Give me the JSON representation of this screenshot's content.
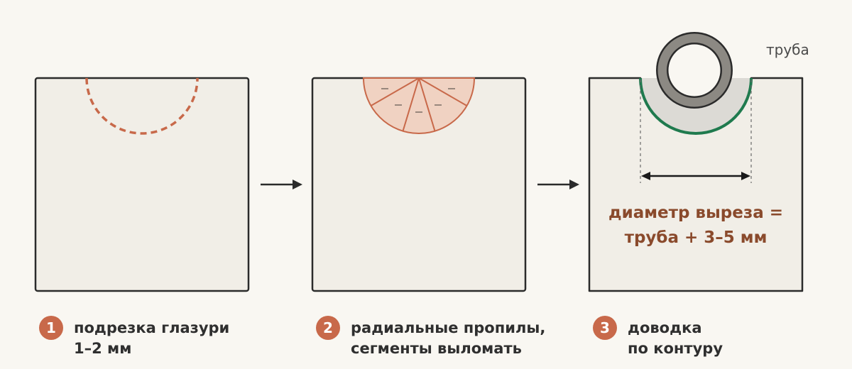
{
  "steps": [
    {
      "number": "1",
      "caption_line1": "подрезка глазури",
      "caption_line2": "1–2 мм"
    },
    {
      "number": "2",
      "caption_line1": "радиальные пропилы,",
      "caption_line2": "сегменты выломать"
    },
    {
      "number": "3",
      "caption_line1": "доводка",
      "caption_line2": "по контуру"
    }
  ],
  "pipe_label": "труба",
  "formula": {
    "line1": "диаметр выреза =",
    "line2": "труба + 3–5 мм"
  },
  "colors": {
    "background": "#f9f7f2",
    "tile_fill": "#f1eee7",
    "tile_stroke": "#2b2b2b",
    "accent": "#c8694a",
    "segment_fill": "#f0d2c2",
    "formula": "#8a4a2c",
    "contour": "#1f7a4e",
    "pipe": "#8c8983",
    "shadow": "#dcdad5"
  }
}
